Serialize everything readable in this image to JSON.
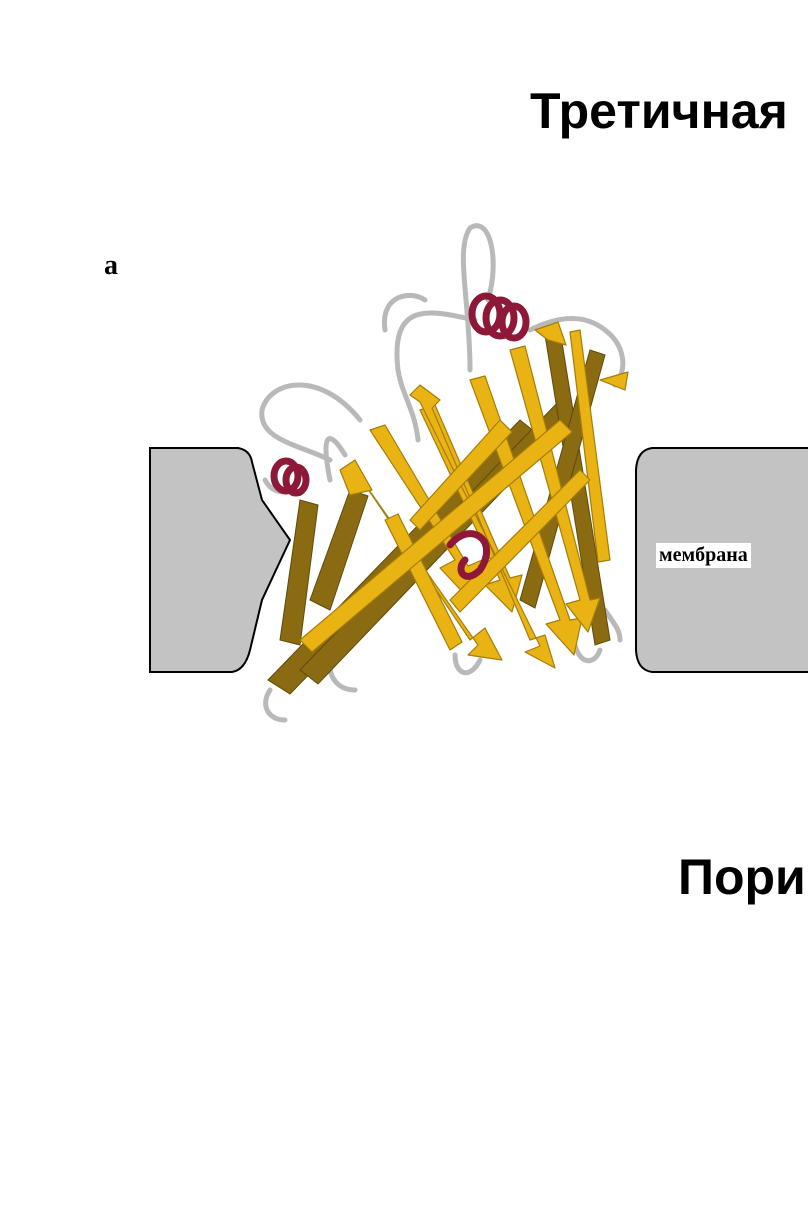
{
  "slide": {
    "title": "Третичная",
    "bottom_title": "Пори"
  },
  "figure": {
    "panel_label": "а",
    "membrane_label": "мембрана"
  },
  "colors": {
    "membrane_fill": "#c3c3c3",
    "strand_gold": "#e9b313",
    "strand_dark": "#8a6b12",
    "helix": "#8e1838",
    "loop": "#b9b9b9"
  }
}
